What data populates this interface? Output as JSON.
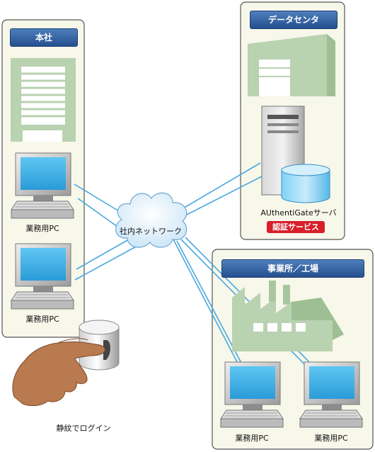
{
  "headquarters": {
    "title": "本社",
    "pc_label_1": "業務用PC",
    "pc_label_2": "業務用PC"
  },
  "datacenter": {
    "title": "データセンタ",
    "server_label": "AUthentiGateサーバ",
    "service_badge": "認証サービス"
  },
  "office": {
    "title": "事業所／工場",
    "pc_label_1": "業務用PC",
    "pc_label_2": "業務用PC"
  },
  "network": {
    "cloud_label": "社内ネットワーク"
  },
  "login": {
    "caption": "静紋でログイン"
  },
  "colors": {
    "panel_fill": "#f7f7ea",
    "panel_stroke": "#555555",
    "header_blue": "#2f5d9f",
    "link_blue": "#4aa8e0",
    "building_green": "#b9d2b0",
    "badge_red": "#d81f2a"
  }
}
